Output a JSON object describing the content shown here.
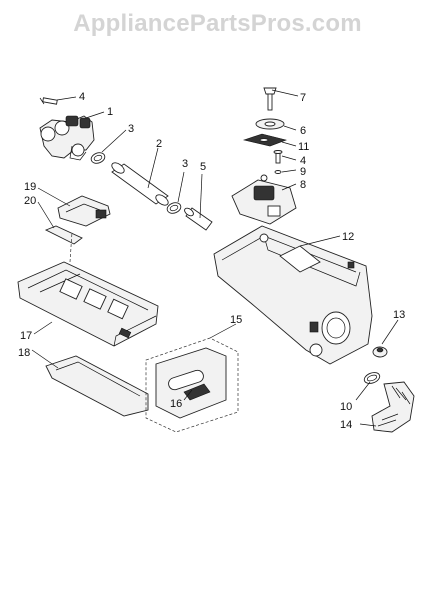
{
  "watermark": "AppliancePartsPros.com",
  "callouts": [
    "4",
    "1",
    "3",
    "2",
    "3",
    "5",
    "19",
    "20",
    "17",
    "18",
    "15",
    "16",
    "7",
    "6",
    "11",
    "4",
    "9",
    "8",
    "12",
    "13",
    "10",
    "14"
  ]
}
